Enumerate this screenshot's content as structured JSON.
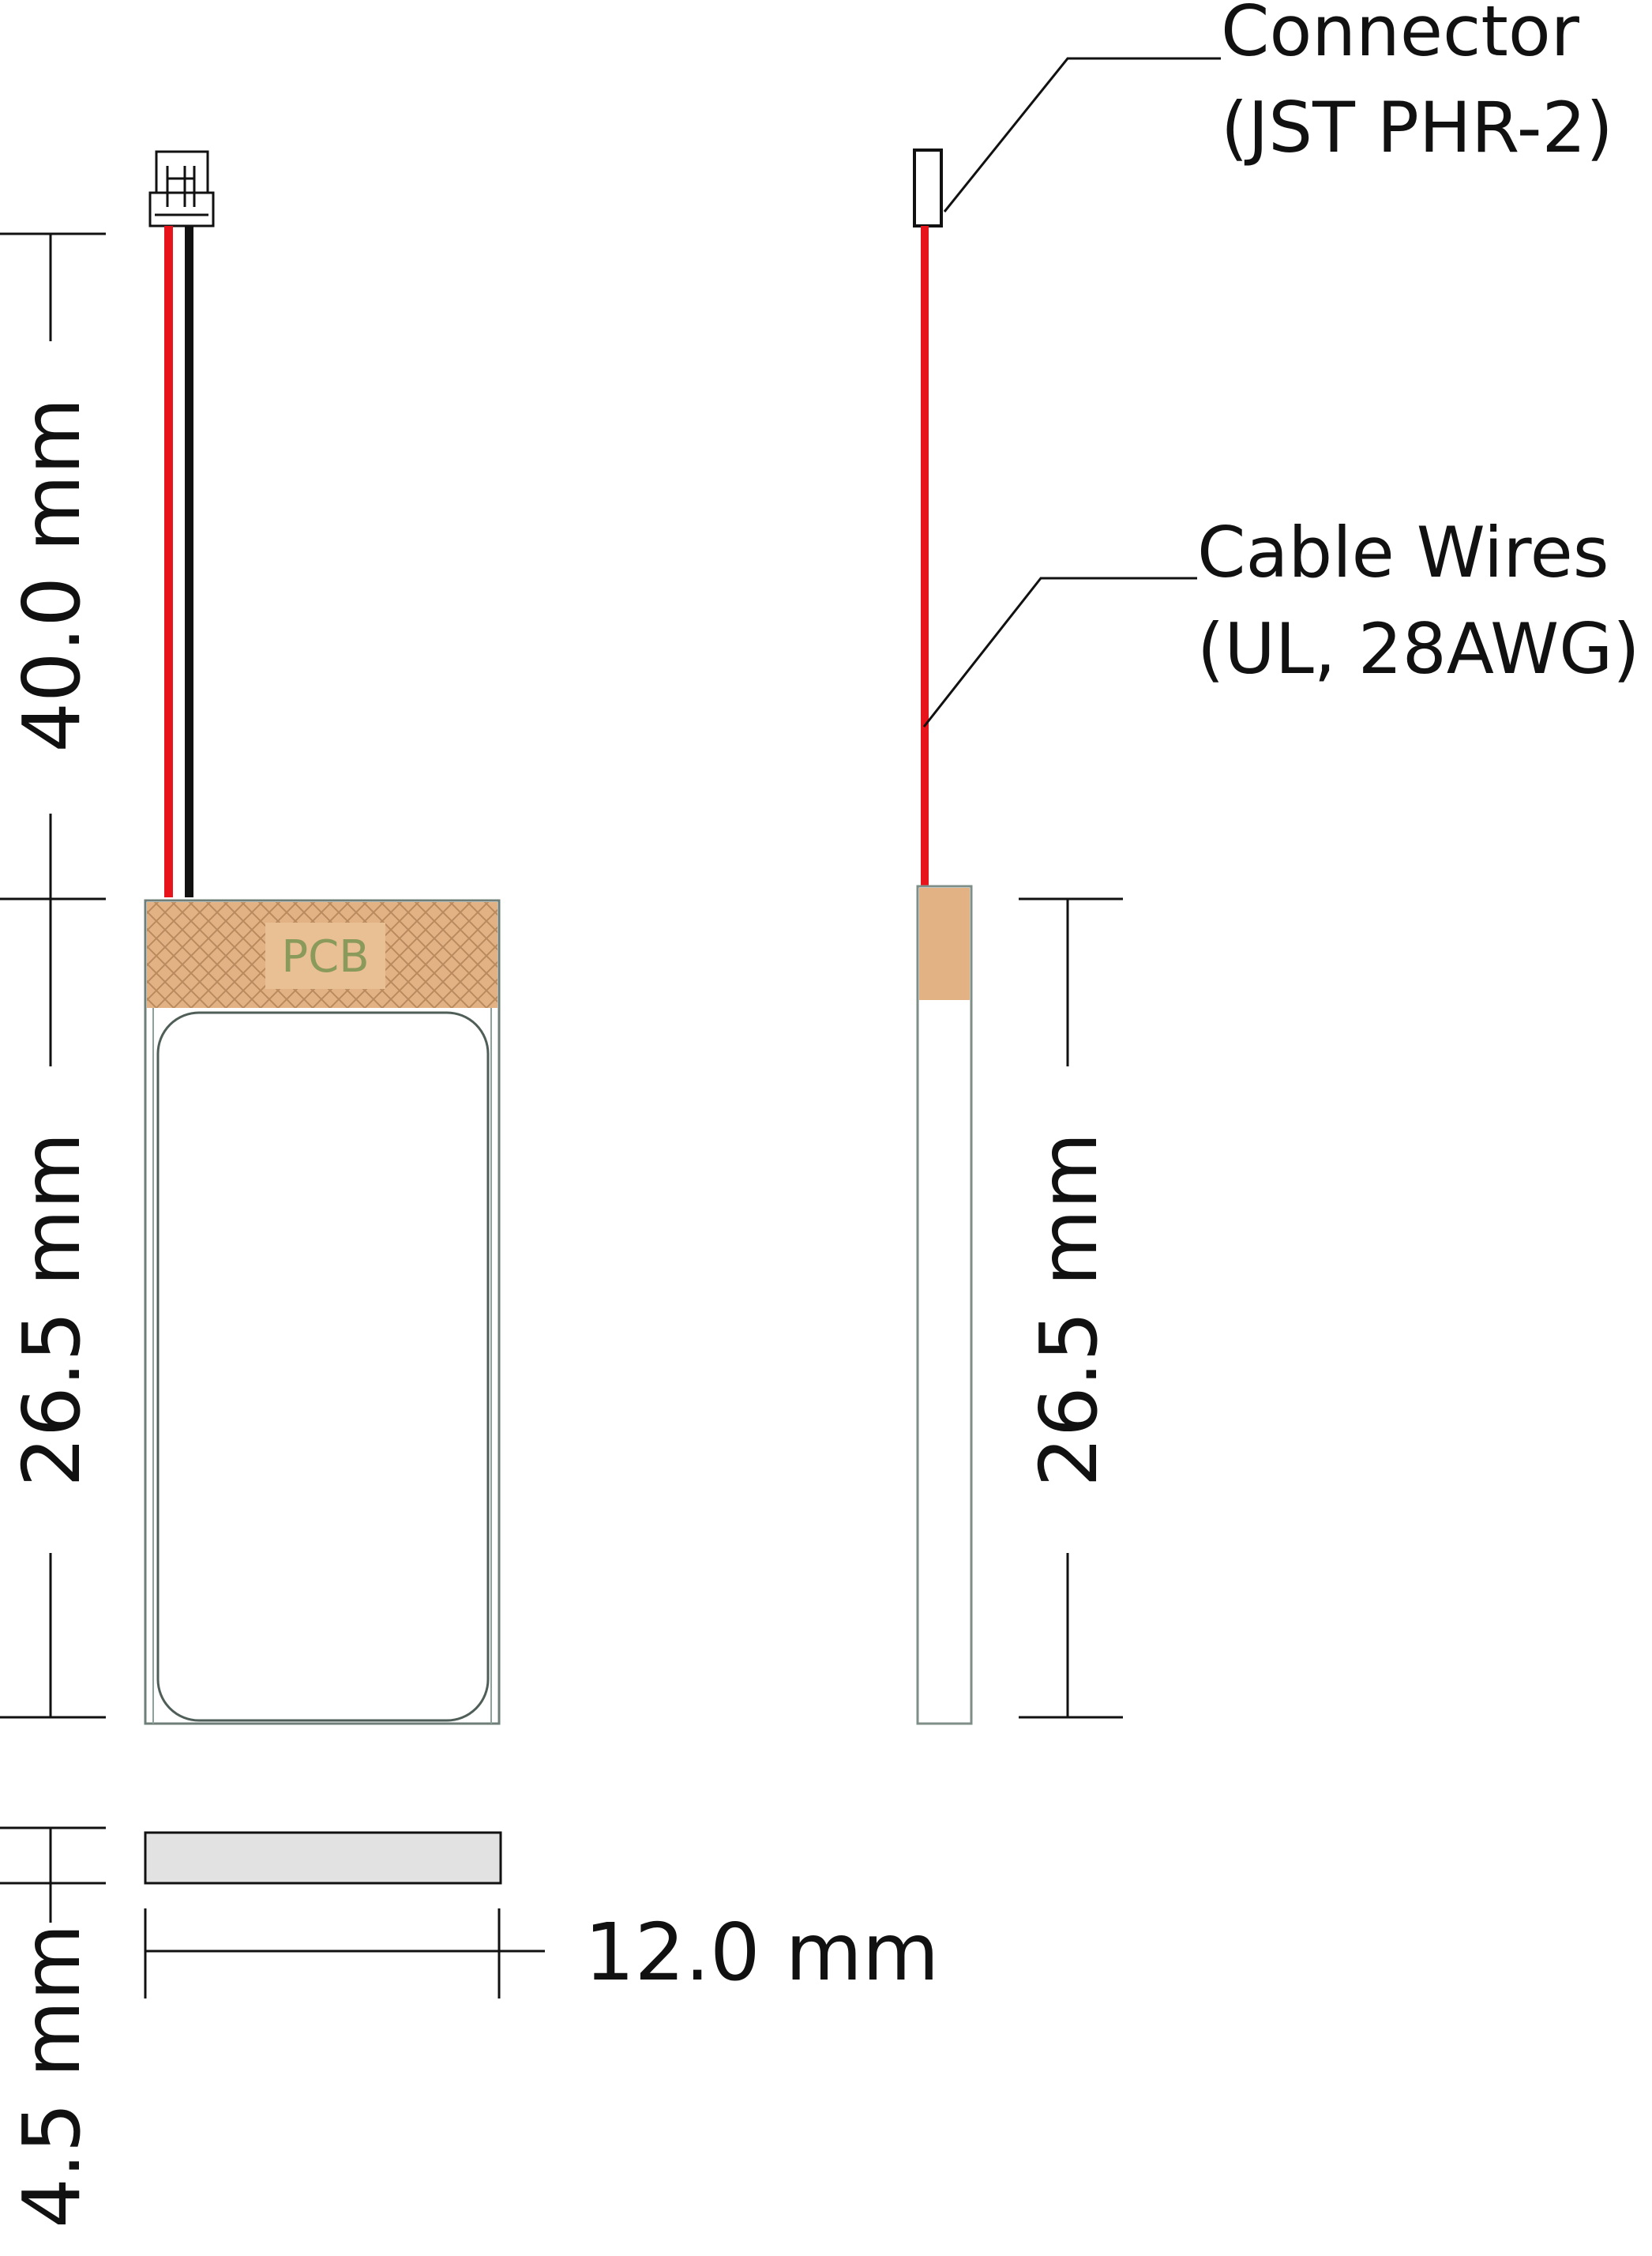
{
  "labels": {
    "pcb": "PCB",
    "connector_title": "Connector",
    "connector_spec": "(JST PHR-2)",
    "cable_title": "Cable Wires",
    "cable_spec": "(UL, 28AWG)"
  },
  "dimensions": {
    "lead_length": "40.0 mm",
    "cell_length_front": "26.5 mm",
    "cell_length_side": "26.5 mm",
    "thickness": "4.5 mm",
    "width": "12.0 mm"
  },
  "colors": {
    "red_wire": "#e8141b",
    "black_wire": "#111111",
    "pcb_fill": "#e3b284",
    "pcb_hatch": "#b98a5e",
    "pcb_text": "#8a9a5a",
    "pcb_label_bg": "#e9bf94",
    "cell_outline": "#6f7f78",
    "top_view_fill": "#e2e2e2",
    "dimension_line": "#111111"
  }
}
